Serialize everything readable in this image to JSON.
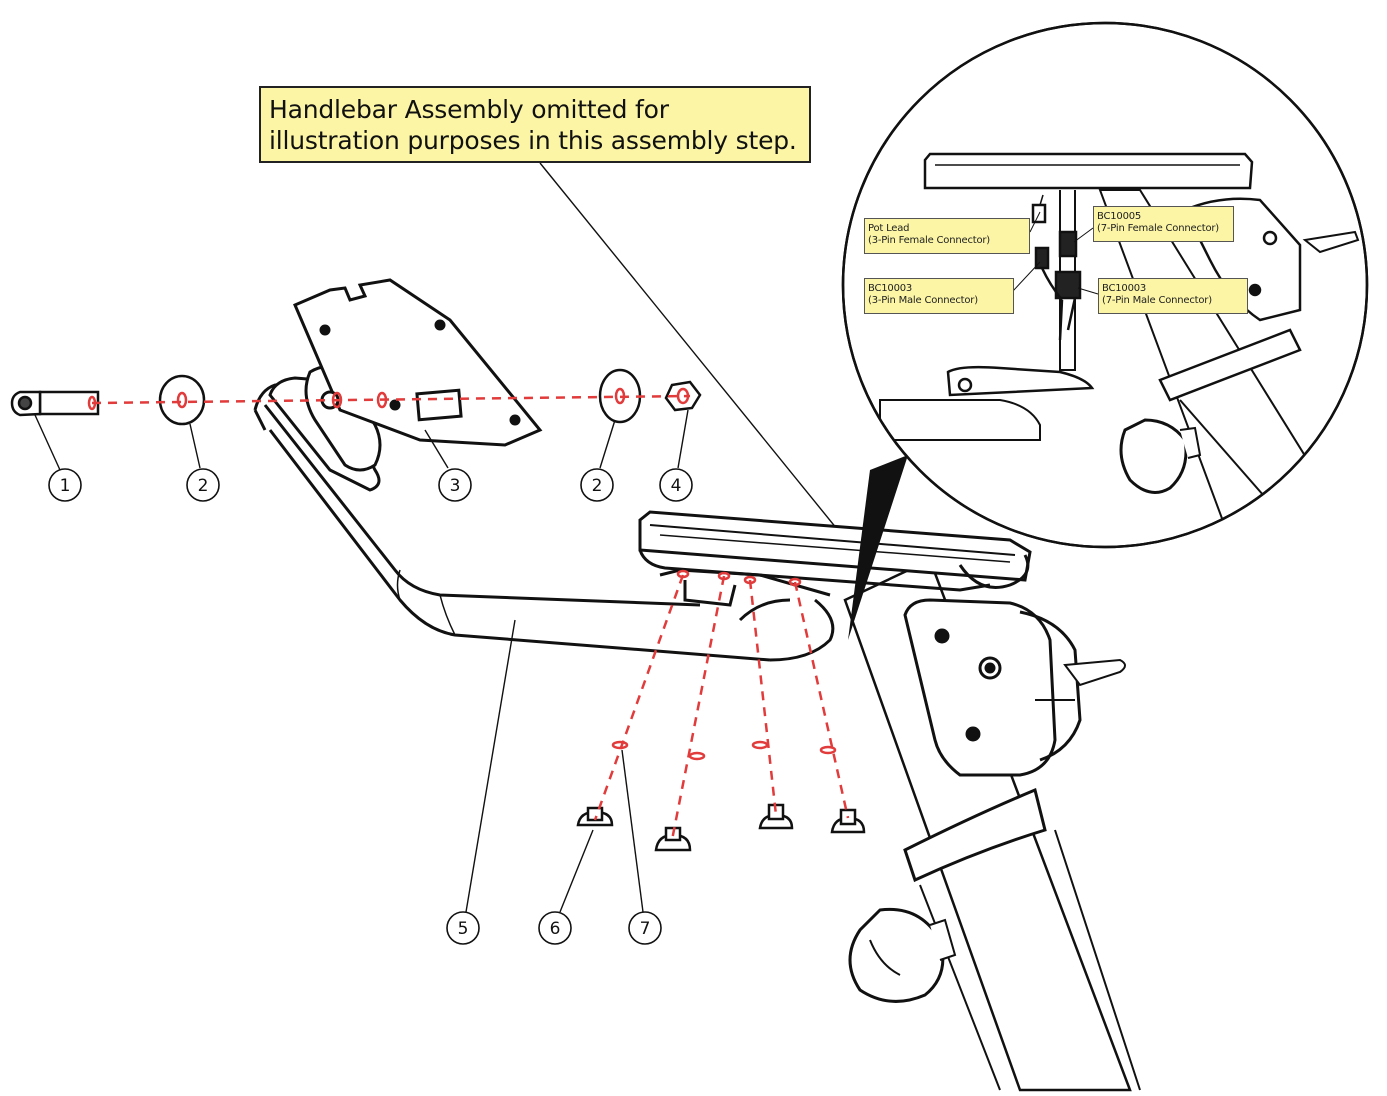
{
  "note": {
    "line1": "Handlebar Assembly omitted for",
    "line2": "illustration purposes in this assembly step."
  },
  "detail_callouts": [
    {
      "id": "pot-lead",
      "line1": "Pot Lead",
      "line2": "(3-Pin Female Connector)"
    },
    {
      "id": "bc10005",
      "line1": "BC10005",
      "line2": "(7-Pin Female Connector)"
    },
    {
      "id": "bc10003-3pin",
      "line1": "BC10003",
      "line2": "(3-Pin Male Connector)"
    },
    {
      "id": "bc10003-7pin",
      "line1": "BC10003",
      "line2": "(7-Pin Male Connector)"
    }
  ],
  "balloons": [
    {
      "label": "1"
    },
    {
      "label": "2"
    },
    {
      "label": "3"
    },
    {
      "label": "2"
    },
    {
      "label": "4"
    },
    {
      "label": "5"
    },
    {
      "label": "6"
    },
    {
      "label": "7"
    }
  ],
  "colors": {
    "note_fill": "#fbf5a5",
    "line": "#111111",
    "hidden_line": "#e23b3b"
  }
}
